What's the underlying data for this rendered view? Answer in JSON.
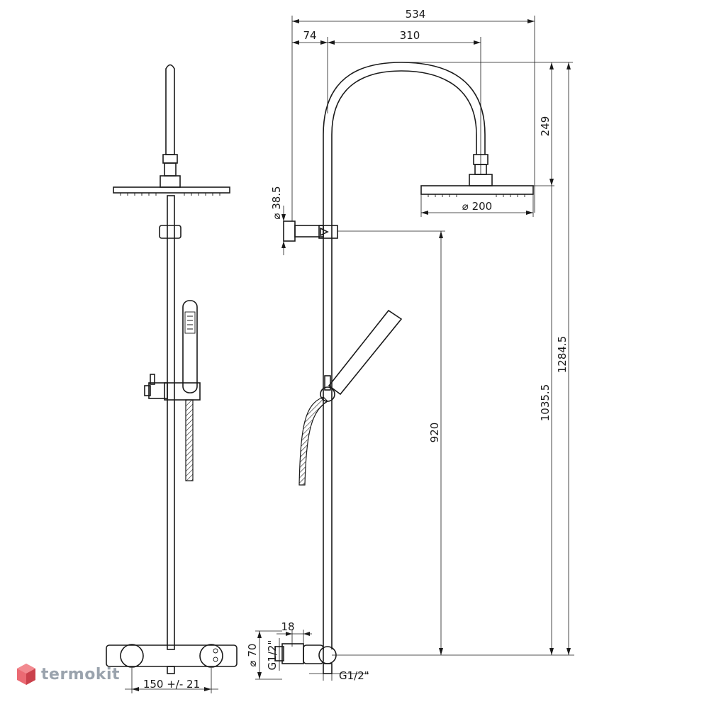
{
  "dimensions": {
    "overall_width": "534",
    "wall_offset": "74",
    "arm_reach": "310",
    "head_drop": "249",
    "head_diameter": "⌀ 200",
    "wall_bracket_diameter": "⌀ 38.5",
    "bracket_height": "920",
    "head_height": "1035.5",
    "total_height": "1284.5",
    "mixer_depth": "18",
    "mixer_diameter": "⌀ 70",
    "inlet_thread_side": "G1/2\"",
    "outlet_thread": "G1/2\"",
    "inlet_spacing": "150 +/- 21"
  },
  "watermark": {
    "text": "termokit",
    "logo_color": "#e8505b"
  },
  "colors": {
    "line": "#1a1a1a",
    "watermark_text": "#9aa3ad"
  }
}
